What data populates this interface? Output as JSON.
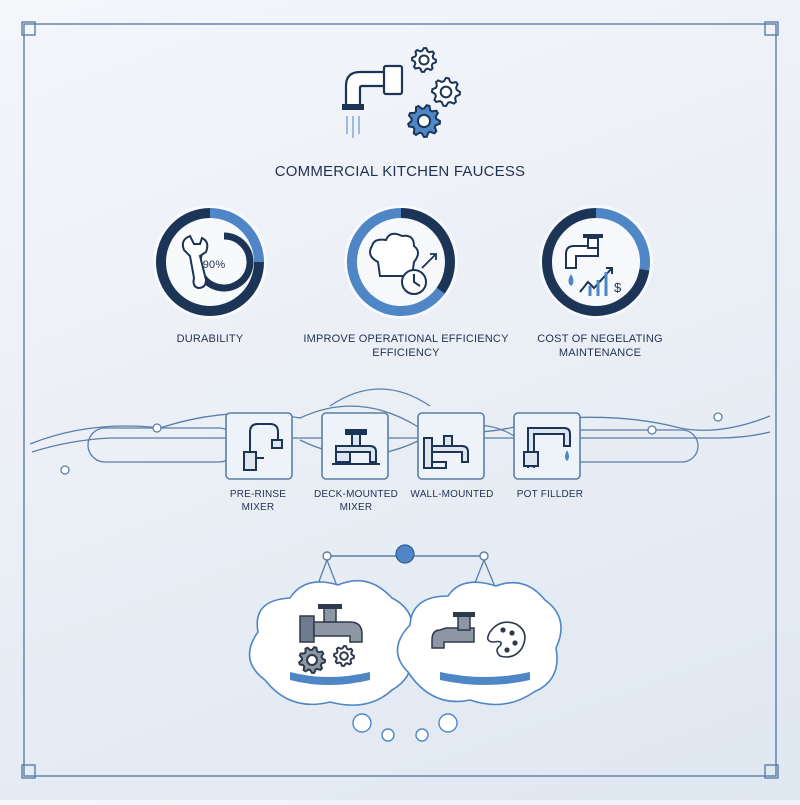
{
  "title": "COMMERCIAL KITCHEN FAUCESS",
  "colors": {
    "navy": "#1c3557",
    "accent": "#4f86c6",
    "light": "#9bbbe0",
    "frame": "#5b7ea8",
    "water": "#4f86c6"
  },
  "metrics": [
    {
      "icon": "wrench-icon",
      "value_text": "90%",
      "label_lines": [
        "DURABILITY"
      ]
    },
    {
      "icon": "chef-hat-clock-icon",
      "label_lines": [
        "IMPROVE OPERATIONAL EFFICIENCY",
        "EFFICIENCY"
      ]
    },
    {
      "icon": "faucet-growth-icon",
      "label_lines": [
        "COST OF NEGELATING",
        "MAINTENANCE"
      ]
    }
  ],
  "faucet_types": [
    {
      "icon": "pre-rinse-faucet-icon",
      "label_lines": [
        "PRE-RINSE",
        "MIXER"
      ]
    },
    {
      "icon": "deck-mounted-faucet-icon",
      "label_lines": [
        "DECK-MOUNTED",
        "MIXER"
      ]
    },
    {
      "icon": "wall-mounted-faucet-icon",
      "label_lines": [
        "WALL-MOUNTED"
      ]
    },
    {
      "icon": "pot-filler-icon",
      "label_lines": [
        "POT FILLDER"
      ]
    }
  ],
  "balance": {
    "left_icon": "faucet-with-gears-icon",
    "right_icon": "faucet-with-palette-icon"
  }
}
